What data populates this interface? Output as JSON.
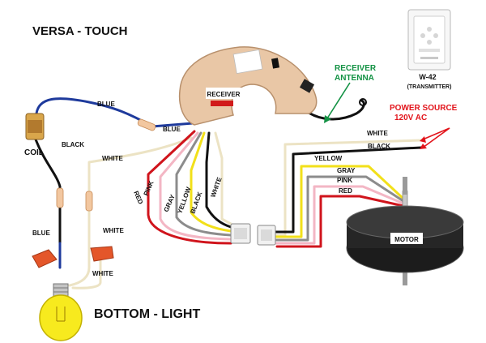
{
  "title": "VERSA - TOUCH",
  "footer_title": "BOTTOM  - LIGHT",
  "components": {
    "coil": "COIL",
    "receiver": "RECEIVER",
    "receiver_antenna_line1": "RECEIVER",
    "receiver_antenna_line2": "ANTENNA",
    "motor": "MOTOR",
    "transmitter_model": "W-42",
    "transmitter_caption": "(TRANSMITTER)",
    "power_line1": "POWER SOURCE",
    "power_line2": "120V AC"
  },
  "wire_labels": {
    "coil_blue": "BLUE",
    "receiver_blue": "BLUE",
    "coil_black": "BLACK",
    "light_white_top": "WHITE",
    "light_white_mid": "WHITE",
    "light_white_bottom": "WHITE",
    "light_blue": "BLUE",
    "recv_red": "RED",
    "recv_pink": "PINK",
    "recv_gray": "GRAY",
    "recv_yellow": "YELLOW",
    "recv_black": "BLACK",
    "recv_white": "WHITE",
    "motor_white": "WHITE",
    "motor_black": "BLACK",
    "motor_yellow": "YELLOW",
    "motor_gray": "GRAY",
    "motor_pink": "PINK",
    "motor_red": "RED"
  },
  "colors": {
    "blue_wire": "#1e3a9c",
    "black_wire": "#111111",
    "white_wire": "#ece3c4",
    "red_wire": "#d0141c",
    "pink_wire": "#f3b6c4",
    "gray_wire": "#8c8c8c",
    "yellow_wire": "#f2e01a",
    "antenna_green": "#139244",
    "power_red": "#e2141b",
    "receiver_body": "#e9c7a6"
  }
}
